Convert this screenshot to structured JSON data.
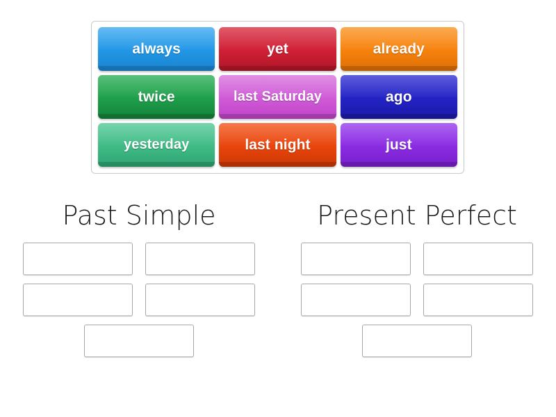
{
  "activity": {
    "type": "group-sort",
    "tile_tray": {
      "name": "word-tile-tray",
      "rows": [
        [
          {
            "label": "always",
            "color": "#2196e6",
            "color_top": "#3aa8ef",
            "color_bottom": "#1a84cf"
          },
          {
            "label": "yet",
            "color": "#cf1f35",
            "color_top": "#d92d42",
            "color_bottom": "#b01628"
          },
          {
            "label": "already",
            "color": "#f6820d",
            "color_top": "#fa9220",
            "color_bottom": "#dd6f05"
          }
        ],
        [
          {
            "label": "twice",
            "color": "#1e9e4a",
            "color_top": "#2bae56",
            "color_bottom": "#14823a"
          },
          {
            "label": "last Saturday",
            "color": "#cf5ad6",
            "color_top": "#d86fde",
            "color_bottom": "#c043c8"
          },
          {
            "label": "ago",
            "color": "#2323c4",
            "color_top": "#3030d4",
            "color_bottom": "#1a1aa8"
          }
        ],
        [
          {
            "label": "yesterday",
            "color": "#3fba85",
            "color_top": "#4fc892",
            "color_bottom": "#2fa472"
          },
          {
            "label": "last night",
            "color": "#e8440c",
            "color_top": "#f25318",
            "color_bottom": "#cc3806"
          },
          {
            "label": "just",
            "color": "#8a2be2",
            "color_top": "#973aec",
            "color_bottom": "#771fca"
          }
        ]
      ]
    },
    "categories": [
      {
        "name": "past-simple",
        "title": "Past Simple",
        "slot_rows": [
          2,
          2,
          1
        ],
        "slot_count": 5
      },
      {
        "name": "present-perfect",
        "title": "Present Perfect",
        "slot_rows": [
          2,
          2,
          1
        ],
        "slot_count": 5
      }
    ],
    "colors": {
      "page_background": "#ffffff",
      "tray_border": "#c9c9c9",
      "slot_border": "#a8a8a8",
      "title_text": "#1a1a1a",
      "tile_text": "#ffffff"
    }
  }
}
